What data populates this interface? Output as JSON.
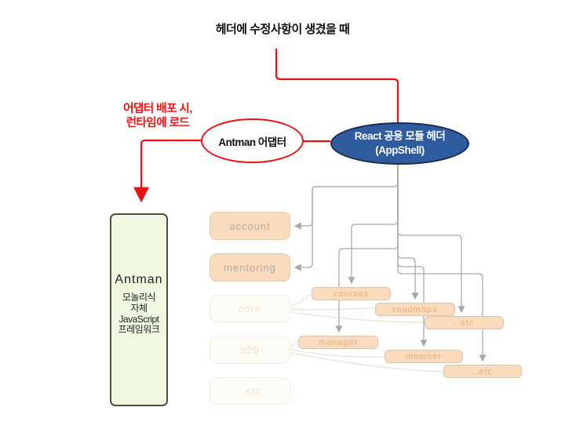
{
  "title": "헤더에 수정사항이 생겼을 때",
  "deploy_note": {
    "line1": "어댑터 배포 시,",
    "line2": "런타임에 로드"
  },
  "adapter_ellipse": {
    "label": "Antman 어댑터"
  },
  "appshell_ellipse": {
    "line1": "React 공용 모듈 헤더",
    "line2": "(AppShell)"
  },
  "antman_box": {
    "title": "Antman",
    "desc": [
      "모놀리식",
      "자체",
      "JavaScript",
      "프레임워크"
    ]
  },
  "modules_left": [
    {
      "label": "account",
      "faded": false
    },
    {
      "label": "mentoring",
      "faded": false
    },
    {
      "label": "core",
      "faded": true
    },
    {
      "label": "b2b",
      "faded": true
    },
    {
      "label": "..etc",
      "faded": true
    }
  ],
  "modules_right": [
    {
      "label": "courses"
    },
    {
      "label": "roadmaps"
    },
    {
      "label": "..etc"
    },
    {
      "label": "manager"
    },
    {
      "label": "member"
    },
    {
      "label": "..etc"
    }
  ],
  "colors": {
    "red": "#ee1111",
    "appshell_fill": "#2e5c9e",
    "appshell_border": "#1b2c4f",
    "module_fill": "#fadcbd",
    "antman_fill": "#f0f8e2",
    "gray_line": "#a9a9a9",
    "faint_line": "#e8e3da"
  }
}
